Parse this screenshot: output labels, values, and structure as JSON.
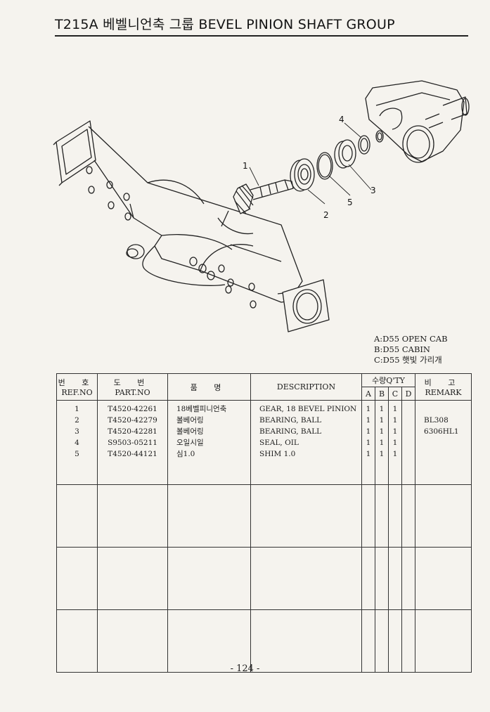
{
  "header": {
    "title": "T215A 베벨니언축 그룹 BEVEL PINION SHAFT GROUP"
  },
  "diagram": {
    "callouts": [
      "1",
      "2",
      "3",
      "4",
      "5"
    ]
  },
  "legend": [
    "A:D55 OPEN CAB",
    "B:D55 CABIN",
    "C:D55 햇빛 가리개"
  ],
  "table": {
    "headers": {
      "ref_ko": "번 호",
      "ref_en": "REF.NO",
      "part_ko": "도 번",
      "part_en": "PART.NO",
      "name_ko": "품 명",
      "desc": "DESCRIPTION",
      "qty": "수량Q'TY",
      "qty_a": "A",
      "qty_b": "B",
      "qty_c": "C",
      "qty_d": "D",
      "remark_ko": "비 고",
      "remark_en": "REMARK"
    },
    "rows": [
      {
        "ref": "1",
        "part": "T4520-42261",
        "name_ko": "18베벨피니언축",
        "desc": "GEAR, 18 BEVEL PINION",
        "a": "1",
        "b": "1",
        "c": "1",
        "d": "",
        "remark": ""
      },
      {
        "ref": "2",
        "part": "T4520-42279",
        "name_ko": "볼베어링",
        "desc": "BEARING, BALL",
        "a": "1",
        "b": "1",
        "c": "1",
        "d": "",
        "remark": "BL308"
      },
      {
        "ref": "3",
        "part": "T4520-42281",
        "name_ko": "볼베어링",
        "desc": "BEARING, BALL",
        "a": "1",
        "b": "1",
        "c": "1",
        "d": "",
        "remark": "6306HL1"
      },
      {
        "ref": "4",
        "part": "S9503-05211",
        "name_ko": "오일시일",
        "desc": "SEAL, OIL",
        "a": "1",
        "b": "1",
        "c": "1",
        "d": "",
        "remark": ""
      },
      {
        "ref": "5",
        "part": "T4520-44121",
        "name_ko": "심1.0",
        "desc": "SHIM 1.0",
        "a": "1",
        "b": "1",
        "c": "1",
        "d": "",
        "remark": ""
      }
    ]
  },
  "footer": {
    "page": "- 124 -"
  }
}
